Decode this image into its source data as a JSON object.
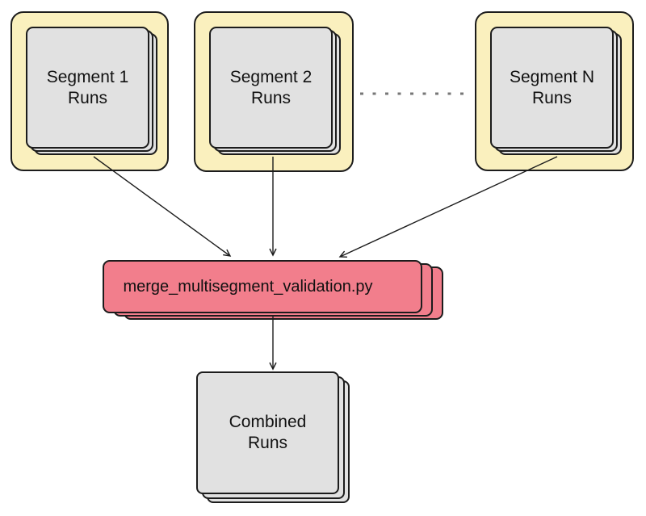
{
  "colors": {
    "line": "#1c1c1c",
    "yellow": "#faf0be",
    "gray": "#e1e1e1",
    "red": "#f27e8c",
    "dotted": "#777777",
    "text": "#111111"
  },
  "nodes": {
    "segment1": {
      "label": "Segment 1\nRuns"
    },
    "segment2": {
      "label": "Segment 2\nRuns"
    },
    "segmentN": {
      "label": "Segment N\nRuns"
    },
    "script": {
      "label": "merge_multisegment_validation.py"
    },
    "combined": {
      "label": "Combined\nRuns"
    }
  },
  "edges": [
    {
      "from": "segment1",
      "to": "script",
      "style": "arrow"
    },
    {
      "from": "segment2",
      "to": "script",
      "style": "arrow"
    },
    {
      "from": "segmentN",
      "to": "script",
      "style": "arrow"
    },
    {
      "from": "script",
      "to": "combined",
      "style": "arrow"
    },
    {
      "from": "segment2",
      "to": "segmentN",
      "style": "dotted-ellipsis"
    }
  ]
}
